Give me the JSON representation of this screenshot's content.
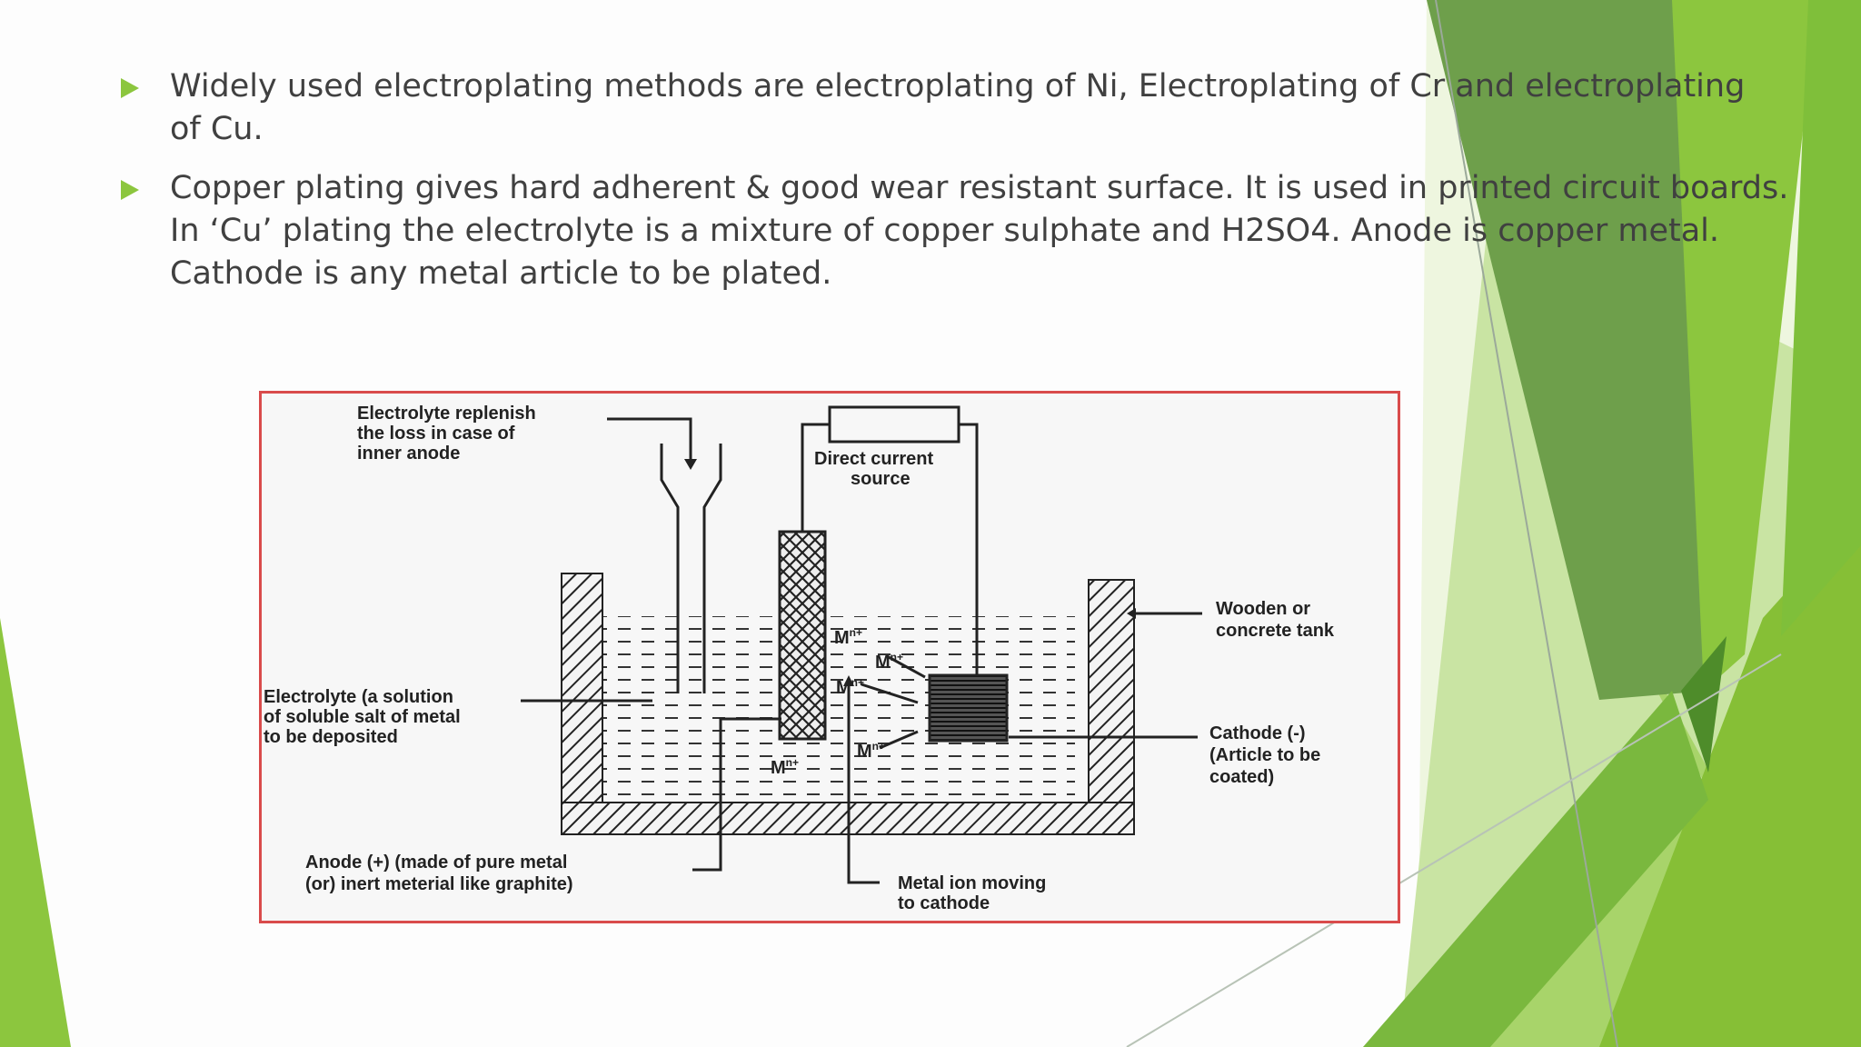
{
  "slide": {
    "bullets": [
      {
        "lines": [
          "Widely used electroplating methods are electroplating of Ni, Electroplating of Cr and electroplating",
          "of Cu."
        ]
      },
      {
        "lines": [
          "Copper plating gives hard adherent & good wear resistant surface. It is used in printed circuit boards.",
          "In ‘Cu’ plating the electrolyte is a mixture of copper sulphate and H2SO4. Anode is copper metal.",
          "Cathode is any metal article to be plated."
        ]
      }
    ]
  },
  "diagram": {
    "labels": {
      "replenish": [
        "Electrolyte replenish",
        "the loss in case of",
        "inner anode"
      ],
      "dc_source": [
        "Direct current",
        "source"
      ],
      "tank": [
        "Wooden or",
        "concrete tank"
      ],
      "electrolyte": [
        "Electrolyte (a solution",
        "of soluble salt of metal",
        "to be deposited"
      ],
      "cathode": [
        "Cathode (-)",
        "(Article to be",
        "coated)"
      ],
      "anode": [
        "Anode (+) (made of pure metal",
        "(or) inert meterial like graphite)"
      ],
      "ion_moving": [
        "Metal ion moving",
        "to cathode"
      ],
      "ions": [
        "M",
        "M",
        "M",
        "M",
        "M"
      ],
      "ion_charges": [
        "n+",
        "n+",
        "n+",
        "n+",
        "n+"
      ]
    }
  },
  "colors": {
    "accent_green": "#8cc63e",
    "dark_green": "#5f9e3a",
    "text": "#404040",
    "figure_border": "#d94b4b"
  }
}
